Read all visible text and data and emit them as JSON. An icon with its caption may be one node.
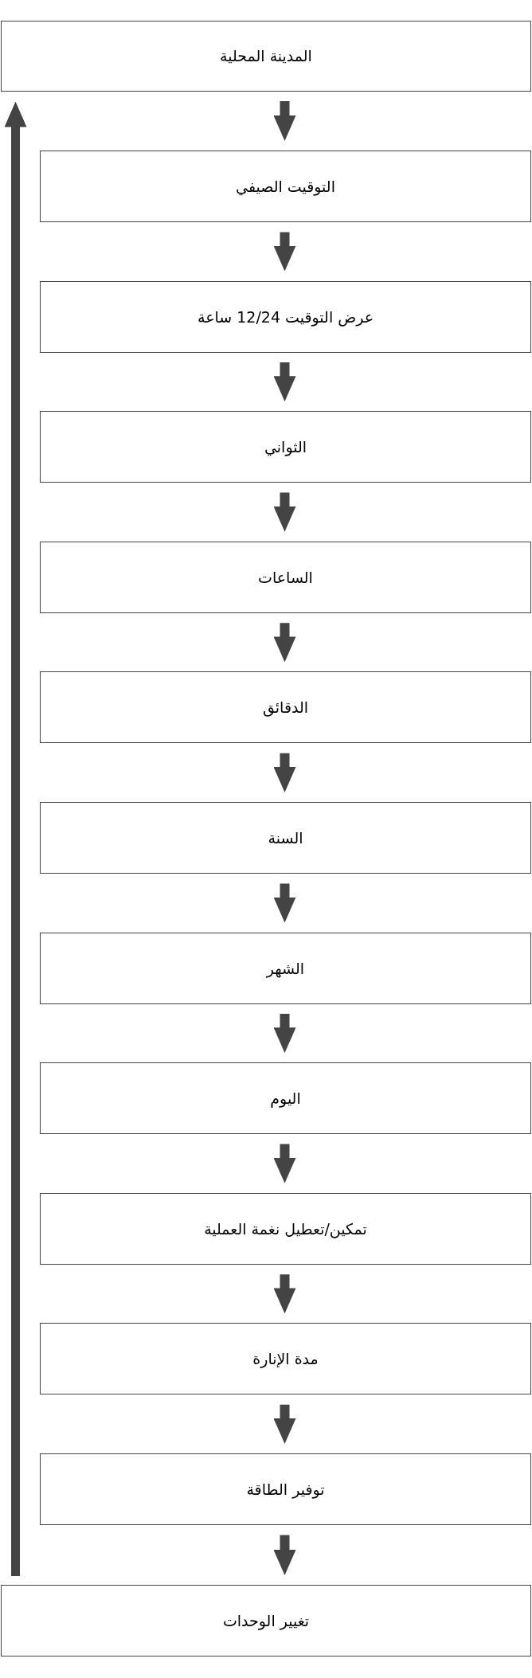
{
  "diagram": {
    "nodes": [
      {
        "text": [
          "المدينة المحلية"
        ]
      },
      {
        "text": [
          "التوقيت الصيفي"
        ]
      },
      {
        "text": [
          "عرض التوقيت 12/24 ساعة"
        ]
      },
      {
        "text": [
          "الثواني"
        ]
      },
      {
        "text": [
          "الساعات"
        ]
      },
      {
        "text": [
          "الدقائق"
        ]
      },
      {
        "text": [
          "السنة"
        ]
      },
      {
        "text": [
          "الشهر"
        ]
      },
      {
        "text": [
          "اليوم"
        ]
      },
      {
        "text": [
          "تمكين/تعطيل نغمة العملية"
        ]
      },
      {
        "text": [
          "مدة الإنارة"
        ]
      },
      {
        "text": [
          "توفير الطاقة"
        ]
      },
      {
        "text": [
          "تغيير الوحدات"
        ]
      }
    ],
    "edges": [
      {
        "from": 0,
        "to": 1,
        "arrow": "to"
      },
      {
        "from": 1,
        "to": 2,
        "arrow": "to"
      },
      {
        "from": 2,
        "to": 3,
        "arrow": "to"
      },
      {
        "from": 3,
        "to": 4,
        "arrow": "to"
      },
      {
        "from": 4,
        "to": 5,
        "arrow": "to"
      },
      {
        "from": 5,
        "to": 6,
        "arrow": "to"
      },
      {
        "from": 6,
        "to": 7,
        "arrow": "to"
      },
      {
        "from": 7,
        "to": 8,
        "arrow": "to"
      },
      {
        "from": 8,
        "to": 9,
        "arrow": "to"
      },
      {
        "from": 9,
        "to": 10,
        "arrow": "to"
      },
      {
        "from": 10,
        "to": 11,
        "arrow": "to"
      },
      {
        "from": 11,
        "to": 12,
        "arrow": "to"
      },
      {
        "from": 12,
        "to": 0,
        "arrow": "to"
      }
    ]
  }
}
